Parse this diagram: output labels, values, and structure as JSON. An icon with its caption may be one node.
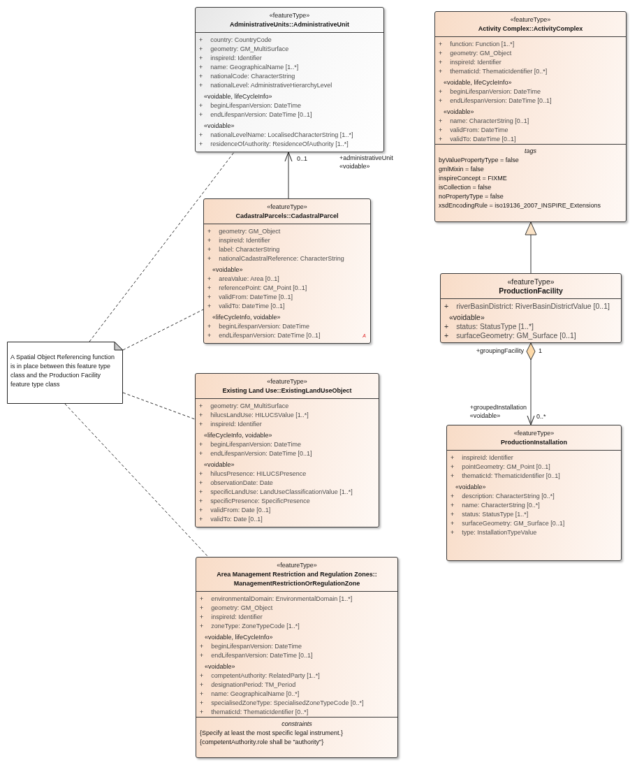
{
  "diagram": {
    "nodes": [
      {
        "text": [
          "«featureType»",
          "AdministrativeUnits::AdministrativeUnit",
          "+",
          "country: CountryCode",
          "+",
          "geometry: GM_MultiSurface",
          "+",
          "inspireId: Identifier",
          "+",
          "name: GeographicalName [1..*]",
          "+",
          "nationalCode: CharacterString",
          "+",
          "nationalLevel: AdministrativeHierarchyLevel",
          "«voidable, lifeCycleInfo»",
          "+",
          "beginLifespanVersion: DateTime",
          "+",
          "endLifespanVersion: DateTime [0..1]",
          "«voidable»",
          "+",
          "nationalLevelName: LocalisedCharacterString [1..*]",
          "+",
          "residenceOfAuthority: ResidenceOfAuthority [1..*]"
        ]
      },
      {
        "text": [
          "«featureType»",
          "Activity Complex::ActivityComplex",
          "+",
          "function: Function [1..*]",
          "+",
          "geometry: GM_Object",
          "+",
          "inspireId: Identifier",
          "+",
          "thematicId: ThematicIdentifier [0..*]",
          "«voidable, lifeCycleInfo»",
          "+",
          "beginLifespanVersion: DateTime",
          "+",
          "endLifespanVersion: DateTime [0..1]",
          "«voidable»",
          "+",
          "name: CharacterString [0..1]",
          "+",
          "validFrom: DateTime",
          "+",
          "validTo: DateTime [0..1]",
          "tags",
          "byValuePropertyType = false",
          "gmlMixin = false",
          "inspireConcept = FIXME",
          "isCollection = false",
          "noPropertyType = false",
          "xsdEncodingRule = iso19136_2007_INSPIRE_Extensions"
        ]
      },
      {
        "text": [
          "«featureType»",
          "CadastralParcels::CadastralParcel",
          "+",
          "geometry: GM_Object",
          "+",
          "inspireId: Identifier",
          "+",
          "label: CharacterString",
          "+",
          "nationalCadastralReference: CharacterString",
          "«voidable»",
          "+",
          "areaValue: Area [0..1]",
          "+",
          "referencePoint: GM_Point [0..1]",
          "+",
          "validFrom: DateTime [0..1]",
          "+",
          "validTo: DateTime [0..1]",
          "«lifeCycleInfo, voidable»",
          "+",
          "beginLifespanVersion: DateTime",
          "+",
          "endLifespanVersion: DateTime [0..1]",
          "A"
        ]
      },
      {
        "text": [
          "«featureType»",
          "ProductionFacility",
          "+",
          "riverBasinDistrict: RiverBasinDistrictValue [0..1]",
          "«voidable»",
          "+",
          "status: StatusType [1..*]",
          "+",
          "surfaceGeometry: GM_Surface [0..1]"
        ]
      },
      {
        "text": [
          "A Spatial Object Referencing function is in place between this feature type class and the Production Facility feature type class"
        ]
      },
      {
        "text": [
          "«featureType»",
          "Existing Land Use::ExistingLandUseObject",
          "+",
          "geometry: GM_MultiSurface",
          "+",
          "hilucsLandUse: HILUCSValue [1..*]",
          "+",
          "inspireId: Identifier",
          "«lifeCycleInfo, voidable»",
          "+",
          "beginLifespanVersion: DateTime",
          "+",
          "endLifespanVersion: DateTime [0..1]",
          "«voidable»",
          "+",
          "hilucsPresence: HILUCSPresence",
          "+",
          "observationDate: Date",
          "+",
          "specificLandUse: LandUseClassificationValue [1..*]",
          "+",
          "specificPresence: SpecificPresence",
          "+",
          "validFrom: Date [0..1]",
          "+",
          "validTo: Date [0..1]"
        ]
      },
      {
        "text": [
          "«featureType»",
          "ProductionInstallation",
          "+",
          "inspireId: Identifier",
          "+",
          "pointGeometry: GM_Point [0..1]",
          "+",
          "thematicId: ThematicIdentifier [0..1]",
          "«voidable»",
          "+",
          "description: CharacterString [0..*]",
          "+",
          "name: CharacterString [0..*]",
          "+",
          "status: StatusType [1..*]",
          "+",
          "surfaceGeometry: GM_Surface [0..1]",
          "+",
          "type: InstallationTypeValue"
        ]
      },
      {
        "text": [
          "«featureType»",
          "Area Management Restriction and Regulation Zones:: ManagementRestrictionOrRegulationZone",
          "+",
          "environmentalDomain: EnvironmentalDomain [1..*]",
          "+",
          "geometry: GM_Object",
          "+",
          "inspireId: Identifier",
          "+",
          "zoneType: ZoneTypeCode [1..*]",
          "«voidable, lifeCycleInfo»",
          "+",
          "beginLifespanVersion: DateTime",
          "+",
          "endLifespanVersion: DateTime [0..1]",
          "«voidable»",
          "+",
          "competentAuthority: RelatedParty [1..*]",
          "+",
          "designationPeriod: TM_Period",
          "+",
          "name: GeographicalName [0..*]",
          "+",
          "specialisedZoneType: SpecialisedZoneTypeCode [0..*]",
          "+",
          "thematicId: ThematicIdentifier [0..*]",
          "constraints",
          "{Specify at least the most specific legal instrument.}",
          "{competentAuthority.role shall be \"authority\"}"
        ]
      }
    ],
    "edges": [
      {
        "from": 2,
        "to": 0,
        "arrow": "to"
      },
      {
        "from": 3,
        "to": 1,
        "arrow": "to"
      },
      {
        "from": 3,
        "to": 6,
        "arrow": "to"
      },
      {
        "from": 4,
        "to": 0,
        "arrow": "none",
        "style": "dashed"
      },
      {
        "from": 4,
        "to": 2,
        "arrow": "none",
        "style": "dashed"
      },
      {
        "from": 4,
        "to": 5,
        "arrow": "none",
        "style": "dashed"
      },
      {
        "from": 4,
        "to": 7,
        "arrow": "none",
        "style": "dashed"
      }
    ],
    "labels": [
      "0..1",
      "+administrativeUnit «voidable»",
      "+groupingFacility",
      "1",
      "+groupedInstallation «voidable»",
      "0..*"
    ]
  }
}
